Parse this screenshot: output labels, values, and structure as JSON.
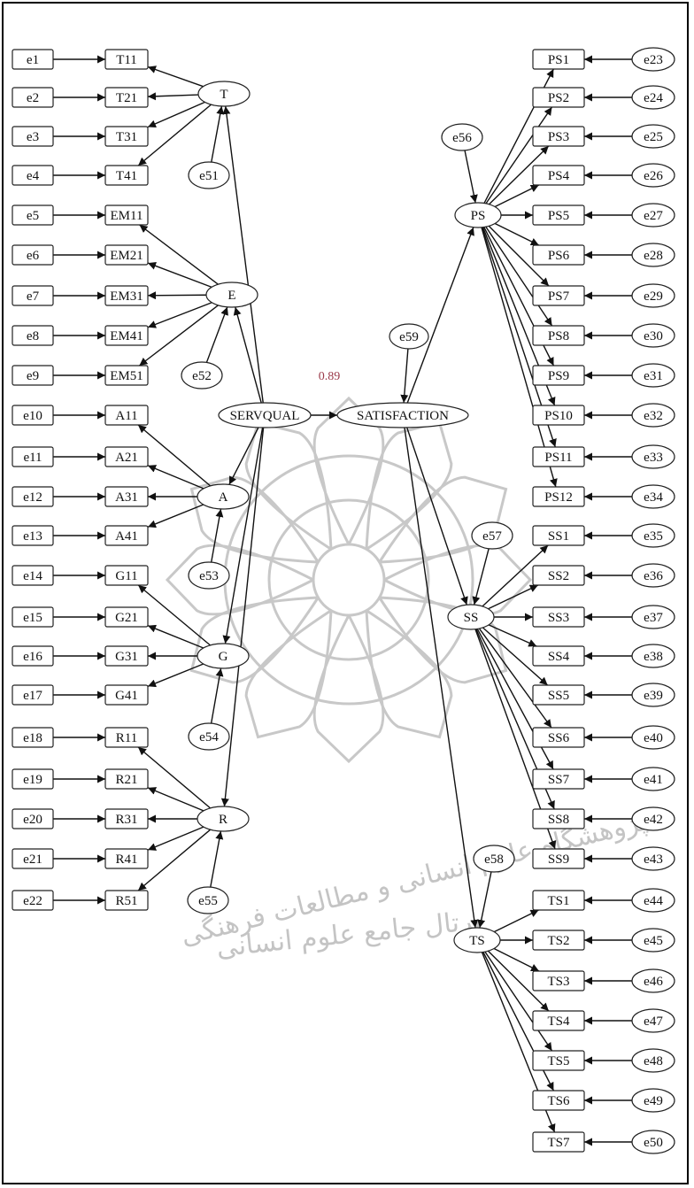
{
  "diagram": {
    "coefficient_label": "0.89",
    "watermark": {
      "line1": "پژوهشگاه علوم انسانی و مطالعات فرهنگی",
      "line2": "پرتال جامع علوم انسانی"
    },
    "servqual": {
      "label": "SERVQUAL",
      "dimensions": [
        {
          "id": "T",
          "label": "T",
          "error": "e51",
          "indicators": [
            {
              "label": "T11",
              "error": "e1"
            },
            {
              "label": "T21",
              "error": "e2"
            },
            {
              "label": "T31",
              "error": "e3"
            },
            {
              "label": "T41",
              "error": "e4"
            }
          ]
        },
        {
          "id": "E",
          "label": "E",
          "error": "e52",
          "indicators": [
            {
              "label": "EM11",
              "error": "e5"
            },
            {
              "label": "EM21",
              "error": "e6"
            },
            {
              "label": "EM31",
              "error": "e7"
            },
            {
              "label": "EM41",
              "error": "e8"
            },
            {
              "label": "EM51",
              "error": "e9"
            }
          ]
        },
        {
          "id": "A",
          "label": "A",
          "error": "e53",
          "indicators": [
            {
              "label": "A11",
              "error": "e10"
            },
            {
              "label": "A21",
              "error": "e11"
            },
            {
              "label": "A31",
              "error": "e12"
            },
            {
              "label": "A41",
              "error": "e13"
            }
          ]
        },
        {
          "id": "G",
          "label": "G",
          "error": "e54",
          "indicators": [
            {
              "label": "G11",
              "error": "e14"
            },
            {
              "label": "G21",
              "error": "e15"
            },
            {
              "label": "G31",
              "error": "e16"
            },
            {
              "label": "G41",
              "error": "e17"
            }
          ]
        },
        {
          "id": "R",
          "label": "R",
          "error": "e55",
          "indicators": [
            {
              "label": "R11",
              "error": "e18"
            },
            {
              "label": "R21",
              "error": "e19"
            },
            {
              "label": "R31",
              "error": "e20"
            },
            {
              "label": "R41",
              "error": "e21"
            },
            {
              "label": "R51",
              "error": "e22"
            }
          ]
        }
      ]
    },
    "satisfaction": {
      "label": "SATISFACTION",
      "error": "e59",
      "dimensions": [
        {
          "id": "PS",
          "label": "PS",
          "error": "e56",
          "indicators": [
            {
              "label": "PS1",
              "error": "e23"
            },
            {
              "label": "PS2",
              "error": "e24"
            },
            {
              "label": "PS3",
              "error": "e25"
            },
            {
              "label": "PS4",
              "error": "e26"
            },
            {
              "label": "PS5",
              "error": "e27"
            },
            {
              "label": "PS6",
              "error": "e28"
            },
            {
              "label": "PS7",
              "error": "e29"
            },
            {
              "label": "PS8",
              "error": "e30"
            },
            {
              "label": "PS9",
              "error": "e31"
            },
            {
              "label": "PS10",
              "error": "e32"
            },
            {
              "label": "PS11",
              "error": "e33"
            },
            {
              "label": "PS12",
              "error": "e34"
            }
          ]
        },
        {
          "id": "SS",
          "label": "SS",
          "error": "e57",
          "indicators": [
            {
              "label": "SS1",
              "error": "e35"
            },
            {
              "label": "SS2",
              "error": "e36"
            },
            {
              "label": "SS3",
              "error": "e37"
            },
            {
              "label": "SS4",
              "error": "e38"
            },
            {
              "label": "SS5",
              "error": "e39"
            },
            {
              "label": "SS6",
              "error": "e40"
            },
            {
              "label": "SS7",
              "error": "e41"
            },
            {
              "label": "SS8",
              "error": "e42"
            },
            {
              "label": "SS9",
              "error": "e43"
            }
          ]
        },
        {
          "id": "TS",
          "label": "TS",
          "error": "e58",
          "indicators": [
            {
              "label": "TS1",
              "error": "e44"
            },
            {
              "label": "TS2",
              "error": "e45"
            },
            {
              "label": "TS3",
              "error": "e46"
            },
            {
              "label": "TS4",
              "error": "e47"
            },
            {
              "label": "TS5",
              "error": "e48"
            },
            {
              "label": "TS6",
              "error": "e49"
            },
            {
              "label": "TS7",
              "error": "e50"
            }
          ]
        }
      ]
    }
  }
}
